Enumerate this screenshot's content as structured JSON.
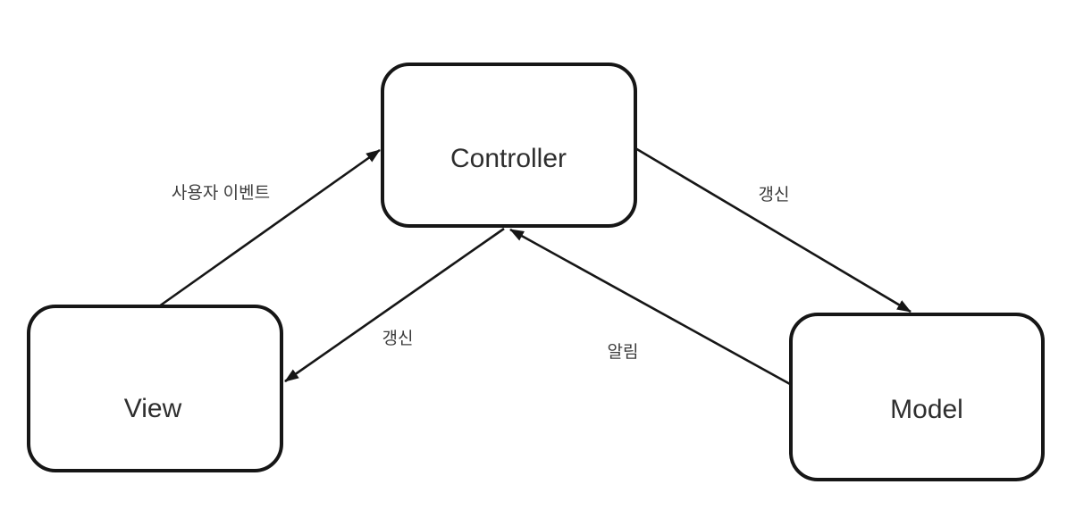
{
  "diagram": {
    "type": "architecture-diagram",
    "background": "#ffffff",
    "stroke_color": "#161616",
    "node_label_color": "#2e2e2e",
    "edge_label_color": "#3c3c3c",
    "nodes": [
      {
        "id": "controller",
        "label": "Controller"
      },
      {
        "id": "view",
        "label": "View"
      },
      {
        "id": "model",
        "label": "Model"
      }
    ],
    "edges": [
      {
        "id": "view-to-controller",
        "from": "View",
        "to": "Controller",
        "label": "사용자 이벤트"
      },
      {
        "id": "controller-to-model",
        "from": "Controller",
        "to": "Model",
        "label": "갱신"
      },
      {
        "id": "controller-to-view",
        "from": "Controller",
        "to": "View",
        "label": "갱신"
      },
      {
        "id": "model-to-controller",
        "from": "Model",
        "to": "Controller",
        "label": "알림"
      }
    ]
  }
}
